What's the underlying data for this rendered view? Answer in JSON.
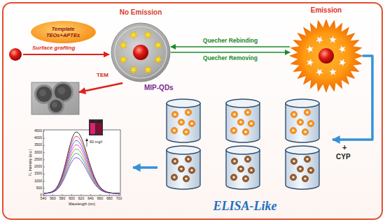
{
  "diagram": {
    "nodes": [
      {
        "text": [
          "Template TEOs+APTEs"
        ]
      },
      {
        "text": [
          "No Emission",
          "MIP-QDs"
        ]
      },
      {
        "text": [
          "Emission"
        ]
      },
      {
        "text": [
          "TEM"
        ]
      },
      {
        "text": [
          "ELISA-Like"
        ]
      },
      {
        "text": [
          "FL Intensity (a.u.)",
          "Wavelength (nm)",
          "60 mg/l"
        ]
      }
    ],
    "edges": [
      {
        "from": 2,
        "to": 1,
        "arrow": "to",
        "label": "Quecher Rebinding"
      },
      {
        "from": 1,
        "to": 2,
        "arrow": "to",
        "label": "Quecher Removing"
      },
      {
        "from": 1,
        "to": 3,
        "arrow": "to"
      },
      {
        "from": 2,
        "to": 4,
        "arrow": "to"
      },
      {
        "from": 4,
        "to": 5,
        "arrow": "to"
      }
    ],
    "labels": [
      "Surface grafting",
      "+",
      "CYP",
      "0",
      "500",
      "1000",
      "1500",
      "2000",
      "2500",
      "3000",
      "3500",
      "4000",
      "4500",
      "540",
      "560",
      "580",
      "600",
      "620",
      "640",
      "660",
      "680",
      "700"
    ]
  }
}
